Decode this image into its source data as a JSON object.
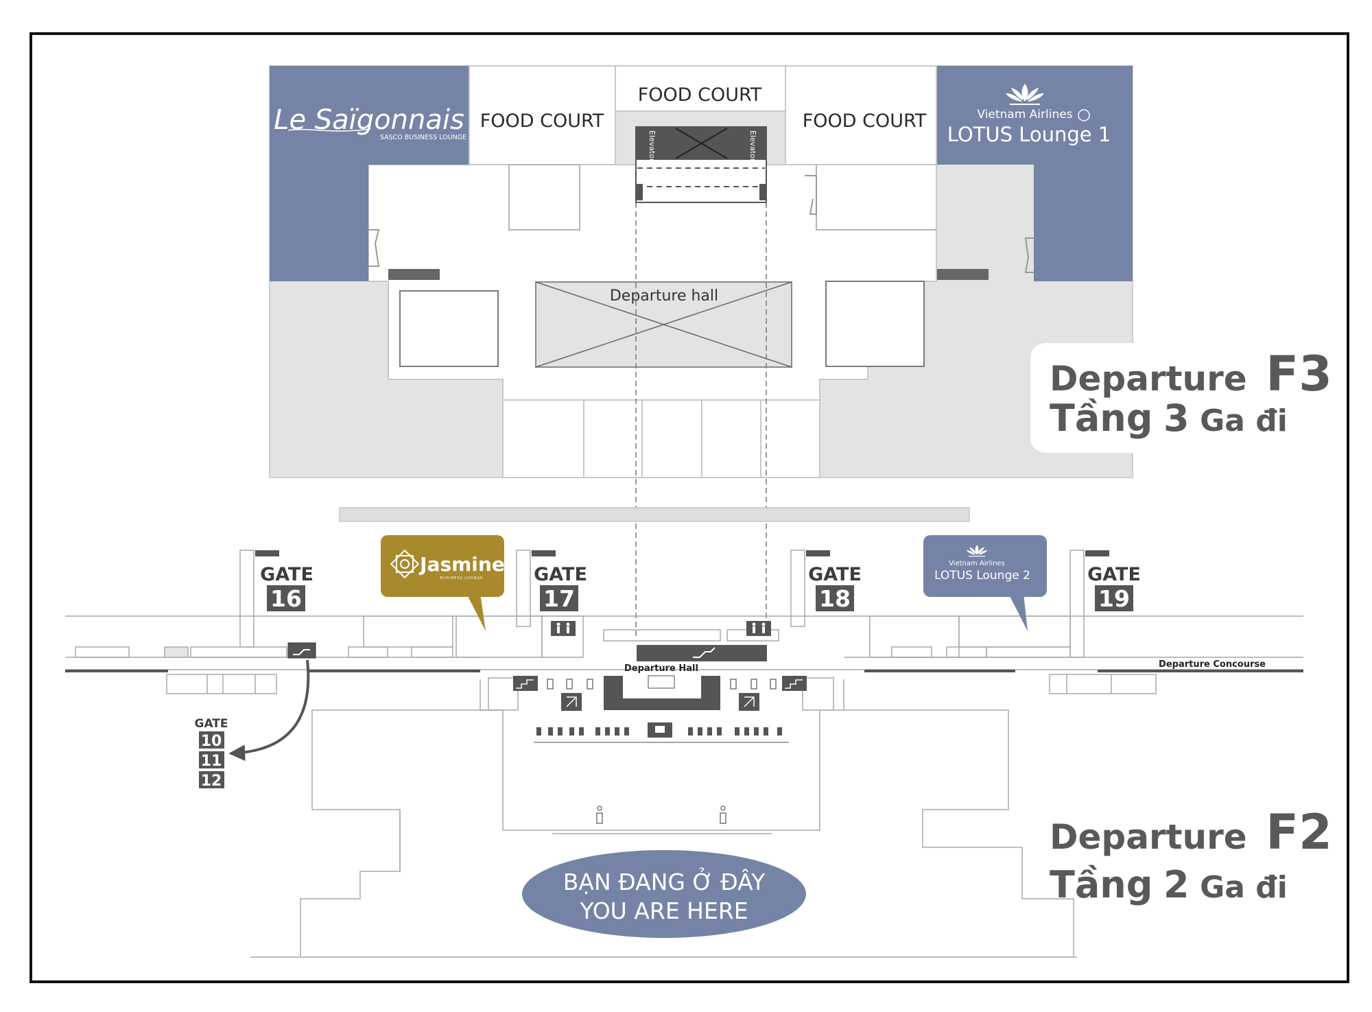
{
  "floors": {
    "f3": {
      "label_word": "Departure",
      "label_code": "F3",
      "vn_prefix": "Tầng",
      "vn_num": "3",
      "vn_suffix": "Ga đi"
    },
    "f2": {
      "label_word": "Departure",
      "label_code": "F2",
      "vn_prefix": "Tầng",
      "vn_num": "2",
      "vn_suffix": "Ga đi"
    }
  },
  "f3_areas": {
    "food_court_left": "FOOD COURT",
    "food_court_center": "FOOD COURT",
    "food_court_right": "FOOD COURT",
    "departure_hall": "Departure hall",
    "elevator_left": "Elevator",
    "elevator_right": "Elevator"
  },
  "lounges": {
    "saigonnais": {
      "name": "Le Saïgonnais",
      "sub": "SASCO BUSINESS LOUNGE"
    },
    "lotus1": {
      "airline": "Vietnam Airlines",
      "name": "LOTUS Lounge 1"
    },
    "jasmine": {
      "name": "Jasmine",
      "sub": "BUSINESS LOUNGE"
    },
    "lotus2": {
      "airline": "Vietnam Airlines",
      "name": "LOTUS Lounge 2"
    }
  },
  "gates": [
    {
      "word": "GATE",
      "number": "16"
    },
    {
      "word": "GATE",
      "number": "17"
    },
    {
      "word": "GATE",
      "number": "18"
    },
    {
      "word": "GATE",
      "number": "19"
    }
  ],
  "side_gates": {
    "word": "GATE",
    "numbers": [
      "10",
      "11",
      "12"
    ]
  },
  "f2_areas": {
    "departure_hall": "Departure Hall",
    "departure_concourse": "Departure Concourse"
  },
  "you_are_here": {
    "vn": "BẠN ĐANG Ở ĐÂY",
    "en": "YOU ARE HERE"
  },
  "colors": {
    "lounge_blue": "#7583a6",
    "jasmine_gold": "#a88a2c",
    "label_gray": "#595959",
    "you_are_here": "#7583a6",
    "dark_icon": "#555555"
  }
}
